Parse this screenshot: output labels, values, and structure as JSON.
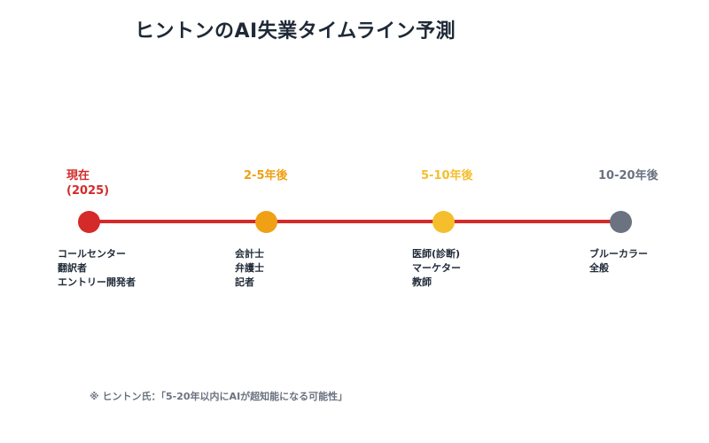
{
  "title": "ヒントンのAI失業タイムライン予測",
  "colors": {
    "line": "#d42a2a",
    "stage_now": "#d42a2a",
    "stage_2_5": "#f0a014",
    "stage_5_10": "#f5be2c",
    "stage_10_20": "#6b7280",
    "text": "#1f2937",
    "note": "#6b7280"
  },
  "stages": [
    {
      "label_line1": "現在",
      "label_line2": "(2025)",
      "jobs": [
        "コールセンター",
        "翻訳者",
        "エントリー開発者"
      ]
    },
    {
      "label_line1": "2-5年後",
      "label_line2": "",
      "jobs": [
        "会計士",
        "弁護士",
        "記者"
      ]
    },
    {
      "label_line1": "5-10年後",
      "label_line2": "",
      "jobs": [
        "医師(診断)",
        "マーケター",
        "教師"
      ]
    },
    {
      "label_line1": "10-20年後",
      "label_line2": "",
      "jobs": [
        "ブルーカラー",
        "全般"
      ]
    }
  ],
  "note": "※ ヒントン氏：「5-20年以内にAIが超知能になる可能性」"
}
